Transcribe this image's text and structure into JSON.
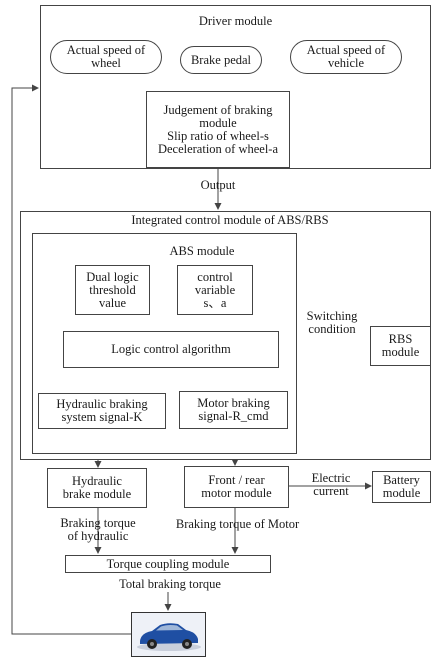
{
  "driver_module": {
    "title": "Driver module",
    "inputs": [
      "Actual speed of\nwheel",
      "Brake pedal",
      "Actual speed of\nvehicle"
    ],
    "judgement": "Judgement of braking\nmodule\nSlip ratio of wheel-s\nDeceleration of wheel-a"
  },
  "output_label": "Output",
  "integrated_module": {
    "title": "Integrated control module of ABS/RBS",
    "abs_module": {
      "title": "ABS module",
      "threshold": "Dual logic\nthreshold\nvalue",
      "control_variable": "control\nvariable\ns、a",
      "logic": "Logic control algorithm",
      "hydraulic_signal": "Hydraulic braking\nsystem signal-K",
      "motor_signal": "Motor braking\nsignal-R_cmd"
    },
    "switching_label": "Switching\ncondition",
    "rbs_module": "RBS\nmodule"
  },
  "hydraulic_brake_module": "Hydraulic\nbrake module",
  "motor_module": "Front / rear\nmotor module",
  "electric_current_label": "Electric\ncurrent",
  "battery_module": "Battery\nmodule",
  "hydraulic_torque_label": "Braking torque\nof hydraulic",
  "motor_torque_label": "Braking torque of Motor",
  "torque_coupling": "Torque coupling module",
  "total_torque_label": "Total braking torque",
  "colors": {
    "line": "#444444",
    "car_body": "#1f4fa3",
    "car_window": "#9fb7d9"
  },
  "vehicle_icon": "car-icon"
}
